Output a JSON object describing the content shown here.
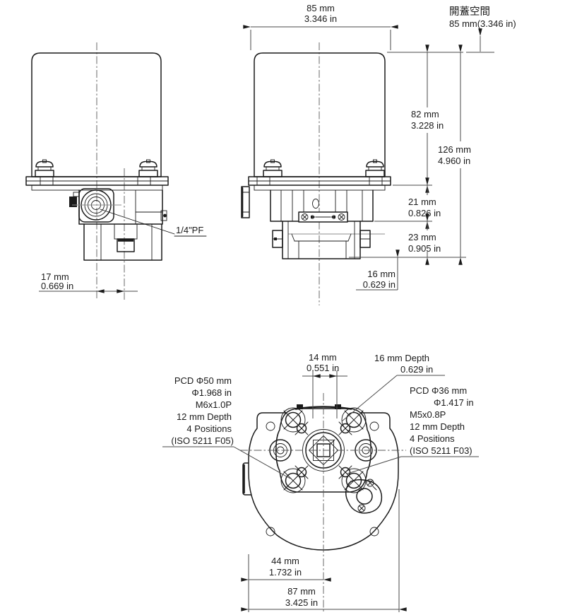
{
  "drawing": {
    "annotations": {
      "open_space_title": "開蓋空間",
      "open_space_value": "85 mm(3.346 in)",
      "port_label": "1/4\"PF"
    },
    "dims": {
      "cover_width": {
        "mm": "85 mm",
        "inch": "3.346 in"
      },
      "cover_height": {
        "mm": "82 mm",
        "inch": "3.228 in"
      },
      "total_height": {
        "mm": "126 mm",
        "inch": "4.960 in"
      },
      "mid_height": {
        "mm": "21 mm",
        "inch": "0.826 in"
      },
      "lower_height": {
        "mm": "23 mm",
        "inch": "0.905 in"
      },
      "shaft_height": {
        "mm": "16 mm",
        "inch": "0.629 in"
      },
      "port_offset": {
        "mm": "17 mm",
        "inch": "0.669 in"
      },
      "square_size": {
        "mm": "14 mm",
        "inch": "0.551 in"
      },
      "square_depth": {
        "line1": "16 mm Depth",
        "line2": "0.629 in"
      },
      "center_offset": {
        "mm": "44 mm",
        "inch": "1.732 in"
      },
      "base_width": {
        "mm": "87 mm",
        "inch": "3.425 in"
      }
    },
    "flange_f05": [
      "PCD Φ50 mm",
      "Φ1.968 in",
      "M6x1.0P",
      "12 mm Depth",
      "4 Positions",
      "(ISO 5211 F05)"
    ],
    "flange_f03": [
      "PCD Φ36 mm",
      "Φ1.417 in",
      "M5x0.8P",
      "12 mm Depth",
      "4 Positions",
      "(ISO 5211 F03)"
    ],
    "colors": {
      "line": "#1a1a1a",
      "dim": "#4a4a4a",
      "background": "#ffffff"
    }
  }
}
